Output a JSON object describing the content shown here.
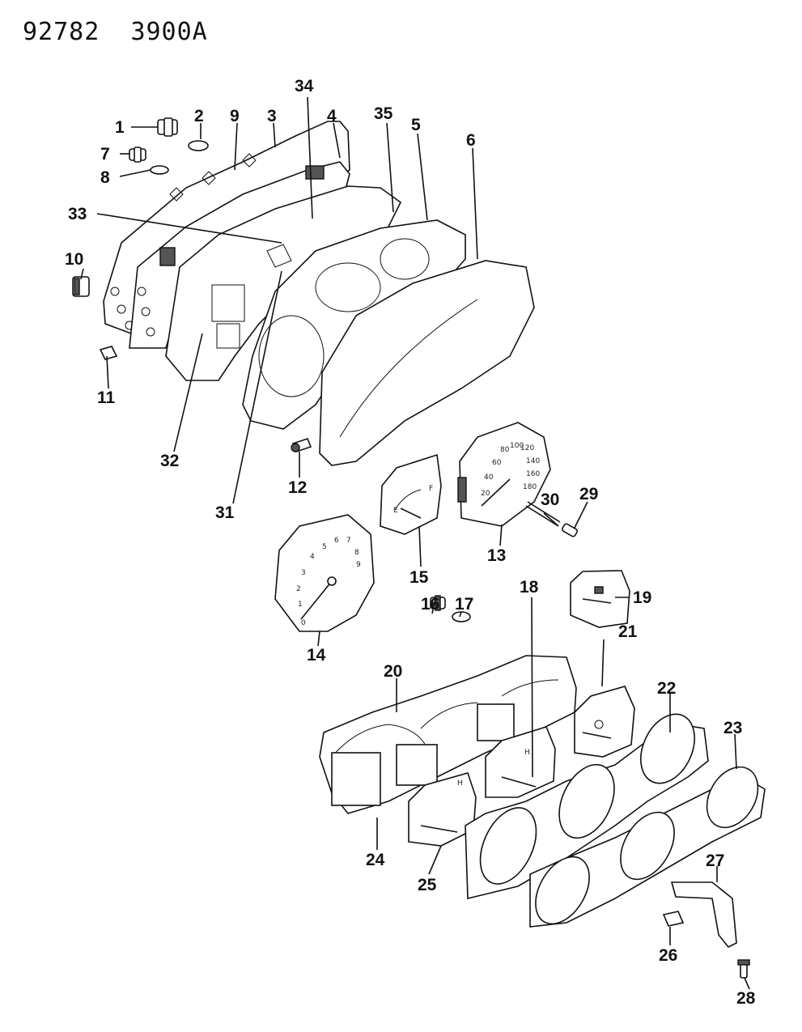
{
  "header": {
    "part_number": "92782",
    "drawing_code": "3900A"
  },
  "callouts": [
    "1",
    "2",
    "3",
    "4",
    "5",
    "6",
    "7",
    "8",
    "9",
    "10",
    "11",
    "12",
    "13",
    "14",
    "15",
    "16",
    "17",
    "18",
    "19",
    "20",
    "21",
    "22",
    "23",
    "24",
    "25",
    "26",
    "27",
    "28",
    "29",
    "30",
    "31",
    "32",
    "33",
    "34",
    "35"
  ],
  "gauge_scales": {
    "tachometer": [
      "0",
      "1",
      "2",
      "3",
      "4",
      "5",
      "6",
      "7",
      "8",
      "9"
    ],
    "speedometer": [
      "20",
      "40",
      "60",
      "80",
      "100",
      "120",
      "140",
      "160",
      "180"
    ],
    "fuel": [
      "E",
      "F"
    ],
    "temp": [
      "H"
    ],
    "oil": [
      "H"
    ]
  }
}
